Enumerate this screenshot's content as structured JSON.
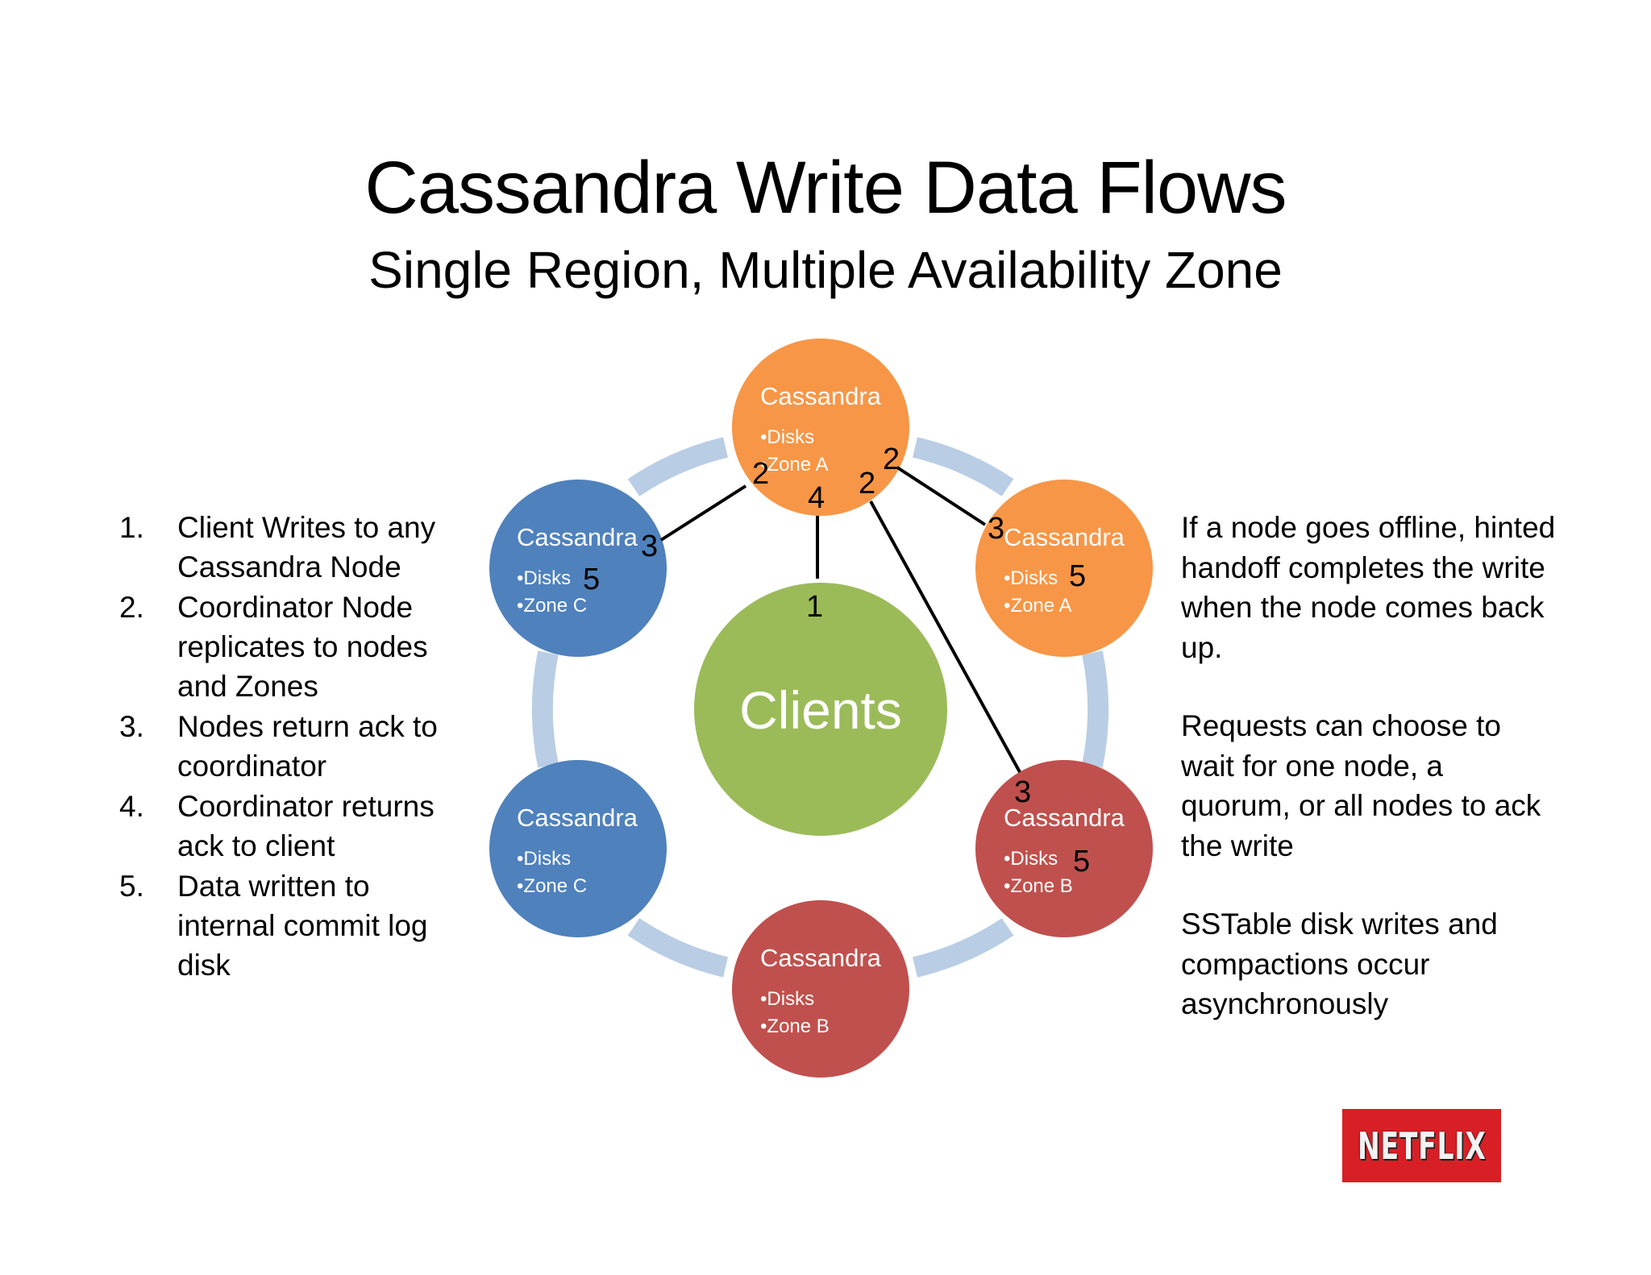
{
  "title": "Cassandra Write Data Flows",
  "subtitle": "Single Region, Multiple Availability Zone",
  "steps": [
    {
      "num": "1.",
      "text": "Client Writes to any Cassandra Node"
    },
    {
      "num": "2.",
      "text": "Coordinator Node replicates to nodes and Zones"
    },
    {
      "num": "3.",
      "text": "Nodes return ack to coordinator"
    },
    {
      "num": "4.",
      "text": "Coordinator returns ack to client"
    },
    {
      "num": "5.",
      "text": "Data written to internal commit log disk"
    }
  ],
  "notes": [
    "If a node goes offline, hinted handoff completes the write when the node comes back up.",
    "Requests can choose to wait for one node, a quorum, or all nodes to ack the write",
    "SSTable disk writes and compactions occur asynchronously"
  ],
  "center": {
    "label": "Clients",
    "color": "#9bbb59"
  },
  "nodes": [
    {
      "id": "top",
      "title": "Cassandra",
      "bullets": [
        "•Disks",
        "•Zone A"
      ],
      "color": "#f79646"
    },
    {
      "id": "upper-right",
      "title": "Cassandra",
      "bullets": [
        "•Disks",
        "•Zone A"
      ],
      "color": "#f79646"
    },
    {
      "id": "lower-right",
      "title": "Cassandra",
      "bullets": [
        "•Disks",
        "•Zone B"
      ],
      "color": "#c0504d"
    },
    {
      "id": "bottom",
      "title": "Cassandra",
      "bullets": [
        "•Disks",
        "•Zone B"
      ],
      "color": "#c0504d"
    },
    {
      "id": "lower-left",
      "title": "Cassandra",
      "bullets": [
        "•Disks",
        "•Zone C"
      ],
      "color": "#4f81bd"
    },
    {
      "id": "upper-left",
      "title": "Cassandra",
      "bullets": [
        "•Disks",
        "•Zone C"
      ],
      "color": "#4f81bd"
    }
  ],
  "step_labels": [
    "1",
    "2",
    "2",
    "2",
    "3",
    "3",
    "3",
    "4",
    "5",
    "5",
    "5"
  ],
  "ring_color": "#b9cde5",
  "arrow_color": "#000000",
  "logo": "NETFLIX"
}
